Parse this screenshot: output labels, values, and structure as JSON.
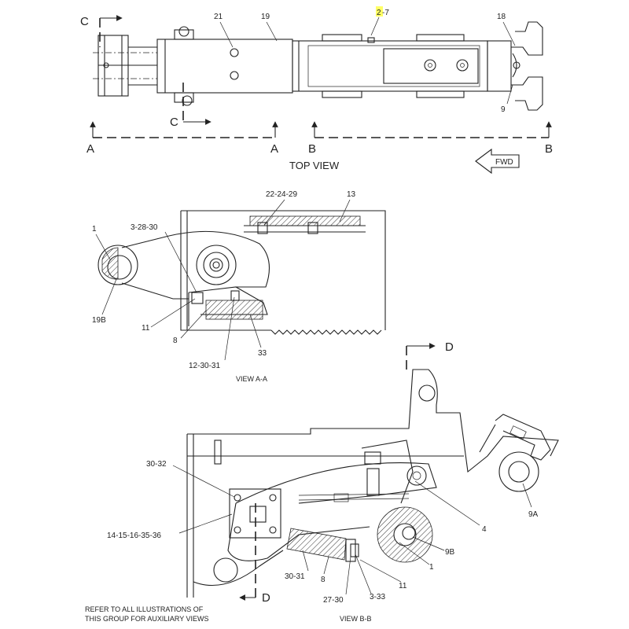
{
  "top_view": {
    "title": "TOP VIEW",
    "fwd": "FWD",
    "labels": {
      "c": "C",
      "a": "A",
      "b": "B"
    },
    "callouts": {
      "p21": "21",
      "p19": "19",
      "p2": "2",
      "p7": "-7",
      "p18": "18",
      "p9": "9"
    }
  },
  "view_aa": {
    "caption": "VIEW  A-A",
    "callouts": {
      "p22": "22-24-29",
      "p13": "13",
      "p1": "1",
      "p3": "3-28-30",
      "p19b": "19B",
      "p11": "11",
      "p8": "8",
      "p33": "33",
      "p12": "12-30-31"
    }
  },
  "view_bb": {
    "caption": "VIEW B-B",
    "section_label": "D",
    "callouts": {
      "p30": "30-32",
      "p14": "14-15-16-35-36",
      "p4": "4",
      "p9a": "9A",
      "p9b": "9B",
      "p1": "1",
      "p11": "11",
      "p3": "3-33",
      "p27": "27-30",
      "p8": "8",
      "p3031": "30-31"
    }
  },
  "footnote": {
    "line1": "REFER TO ALL ILLUSTRATIONS OF",
    "line2": "THIS GROUP FOR AUXILIARY VIEWS"
  }
}
